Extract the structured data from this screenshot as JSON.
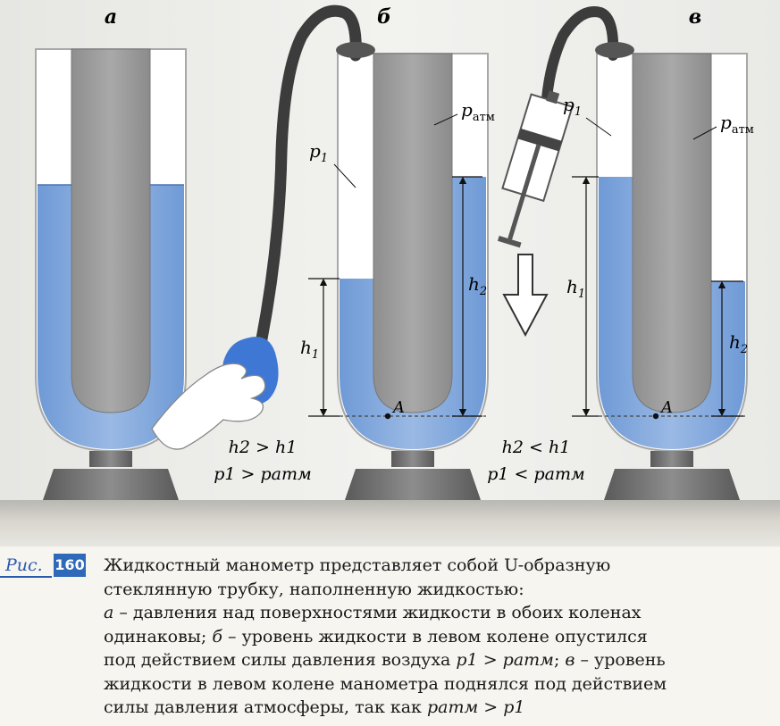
{
  "labels": {
    "a": "а",
    "b": "б",
    "v": "в",
    "p_atm_b": "атм",
    "p1_b": "1",
    "p_atm_v": "атм",
    "p1_v": "1",
    "h1_b": "1",
    "h2_b": "2",
    "h1_v": "1",
    "h2_v": "2",
    "A_b": "A",
    "A_v": "A",
    "rel_b_1": "h2 > h1",
    "rel_b_2": "p1 > pатм",
    "rel_v_1": "h2 < h1",
    "rel_v_2": "p1 < pатм"
  },
  "caption": {
    "prefix": "Рис.",
    "number": "160",
    "line1": "Жидкостный манометр представляет собой U-образную",
    "line2": "стеклянную трубку, наполненную жидкостью:",
    "line3_a": "а",
    "line3_rest": " – давления над поверхностями жидкости в обоих коленах",
    "line4_start": "одинаковы; ",
    "line4_b": "б",
    "line4_mid": " – уровень жидкости в левом колене опустился",
    "line5_start": "под действием силы давления воздуха ",
    "line5_rel": "p1 > pатм",
    "line5_mid": "; ",
    "line5_v": "в",
    "line5_end": " – уровень",
    "line6": "жидкости в левом колене манометра поднялся под действием",
    "line7_start": "силы давления атмосферы, так как ",
    "line7_rel": "pатм > p1"
  },
  "colors": {
    "liquid": "#7fa7dc",
    "glass": "#ffffff",
    "stand": "#6f6f6f",
    "accent": "#2f6ab8"
  }
}
